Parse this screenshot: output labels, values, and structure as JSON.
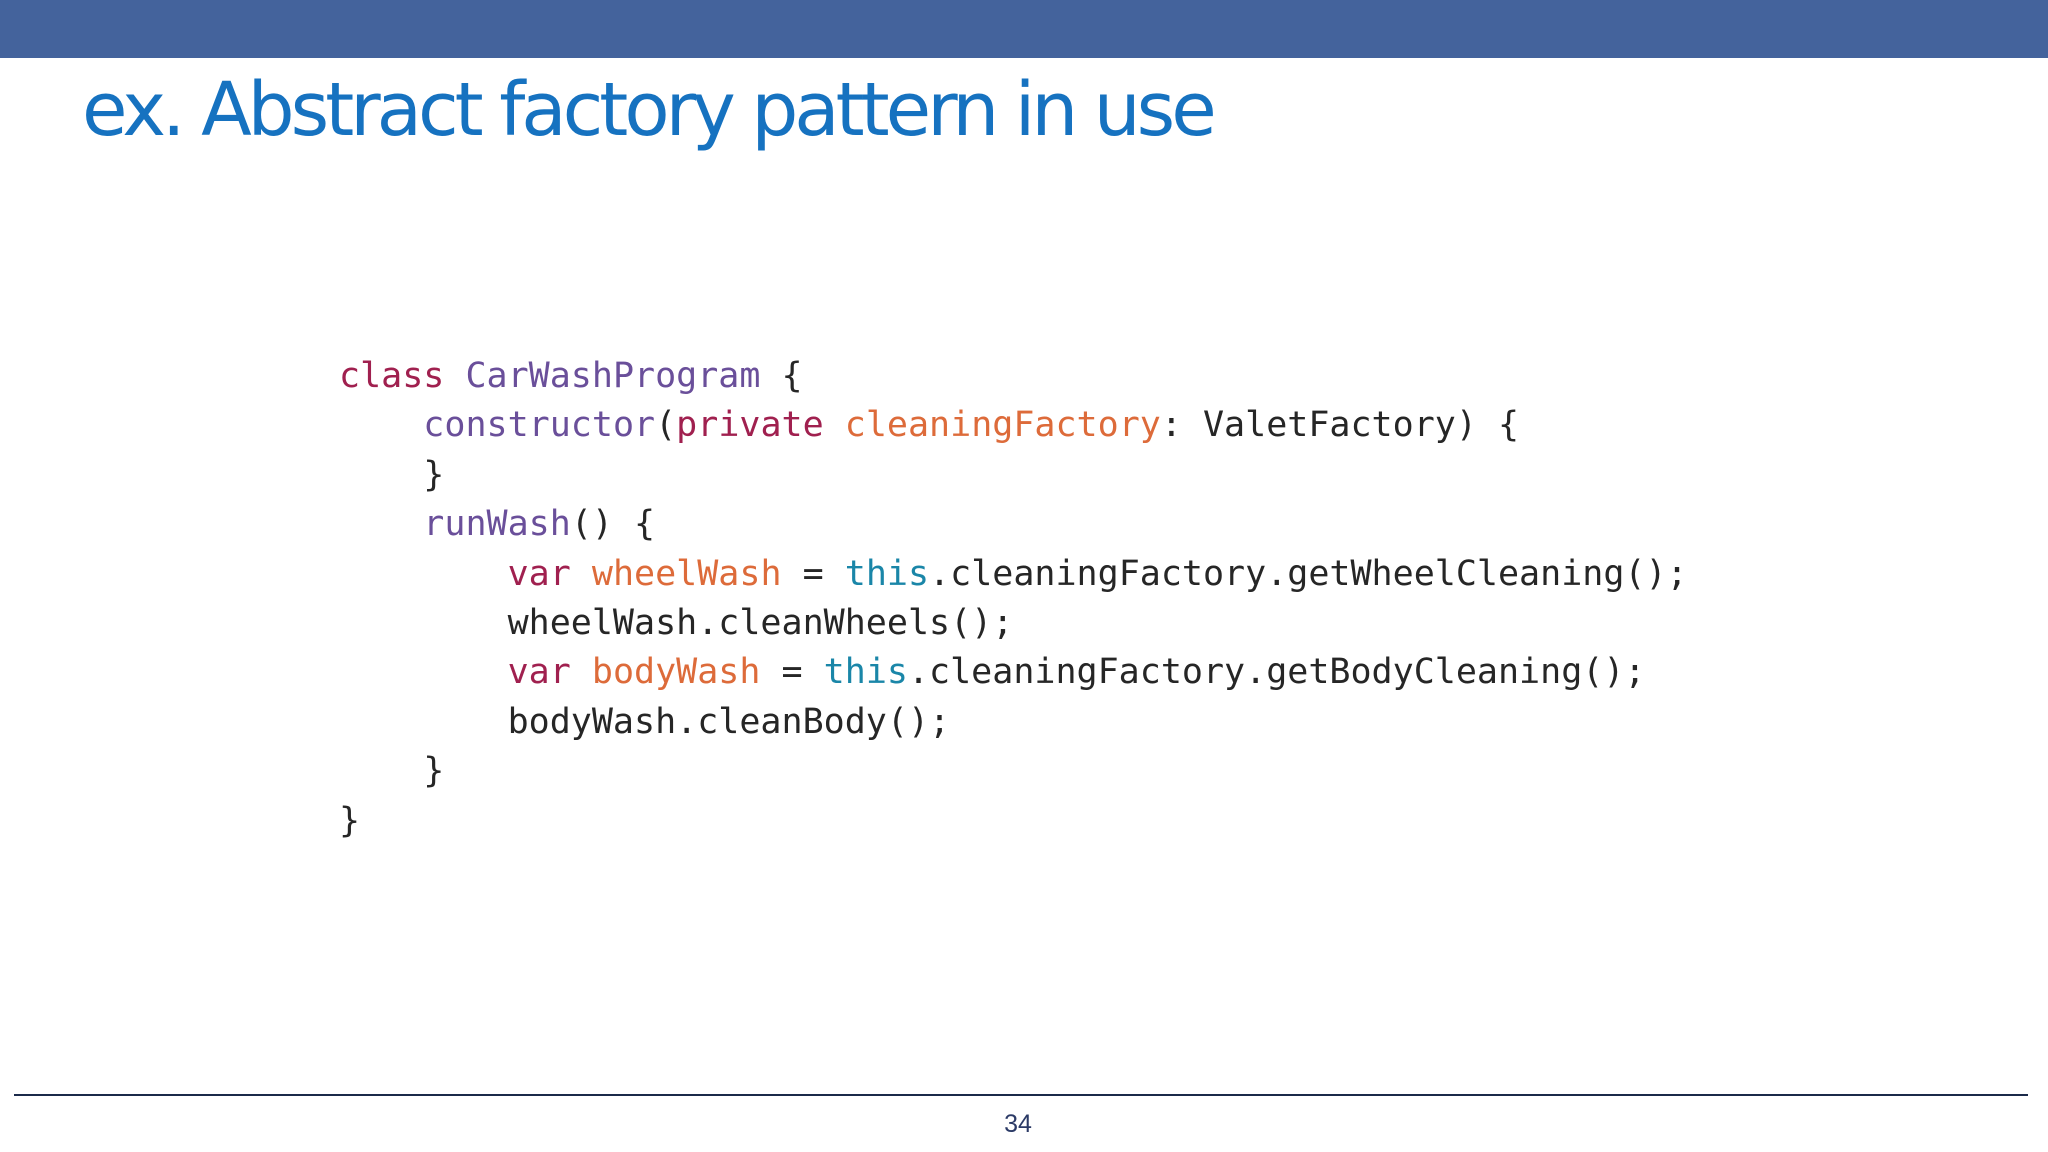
{
  "slide": {
    "title": "ex. Abstract factory pattern in use",
    "page_number": "34",
    "colors": {
      "top_bar": "#44639c",
      "title": "#1672c0",
      "keyword": "#a0204f",
      "function": "#6a4f9a",
      "identifier": "#dd6b3a",
      "this": "#1a86a8",
      "text": "#262626",
      "footer_rule": "#1b2a4a"
    }
  },
  "code": {
    "lines": [
      [
        {
          "t": "class",
          "k": "kw"
        },
        {
          "t": " ",
          "k": "plain"
        },
        {
          "t": "CarWashProgram",
          "k": "fn"
        },
        {
          "t": " {",
          "k": "plain"
        }
      ],
      [
        {
          "t": "    ",
          "k": "plain"
        },
        {
          "t": "constructor",
          "k": "fn"
        },
        {
          "t": "(",
          "k": "plain"
        },
        {
          "t": "private",
          "k": "kw"
        },
        {
          "t": " ",
          "k": "plain"
        },
        {
          "t": "cleaningFactory",
          "k": "id"
        },
        {
          "t": ": ValetFactory) {",
          "k": "plain"
        }
      ],
      [
        {
          "t": "    }",
          "k": "plain"
        }
      ],
      [
        {
          "t": "    ",
          "k": "plain"
        },
        {
          "t": "runWash",
          "k": "fn"
        },
        {
          "t": "() {",
          "k": "plain"
        }
      ],
      [
        {
          "t": "        ",
          "k": "plain"
        },
        {
          "t": "var",
          "k": "kw"
        },
        {
          "t": " ",
          "k": "plain"
        },
        {
          "t": "wheelWash",
          "k": "id"
        },
        {
          "t": " = ",
          "k": "plain"
        },
        {
          "t": "this",
          "k": "this"
        },
        {
          "t": ".cleaningFactory.getWheelCleaning();",
          "k": "plain"
        }
      ],
      [
        {
          "t": "        wheelWash.cleanWheels();",
          "k": "plain"
        }
      ],
      [
        {
          "t": "        ",
          "k": "plain"
        },
        {
          "t": "var",
          "k": "kw"
        },
        {
          "t": " ",
          "k": "plain"
        },
        {
          "t": "bodyWash",
          "k": "id"
        },
        {
          "t": " = ",
          "k": "plain"
        },
        {
          "t": "this",
          "k": "this"
        },
        {
          "t": ".cleaningFactory.getBodyCleaning();",
          "k": "plain"
        }
      ],
      [
        {
          "t": "        bodyWash.cleanBody();",
          "k": "plain"
        }
      ],
      [
        {
          "t": "    }",
          "k": "plain"
        }
      ],
      [
        {
          "t": "}",
          "k": "plain"
        }
      ]
    ]
  }
}
